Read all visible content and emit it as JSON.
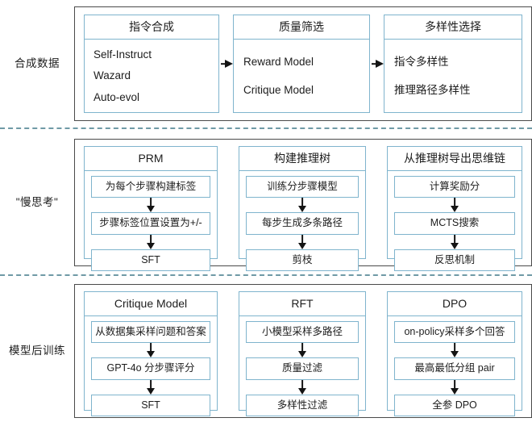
{
  "colors": {
    "panel_border": "#7fb4cd",
    "frame_border": "#4a4a4a",
    "arrow": "#141414",
    "divider": "#6f9aa6",
    "text": "#1d1d1d",
    "background": "#ffffff"
  },
  "rows": [
    {
      "label": "合成数据",
      "columns": [
        {
          "title": "指令合成",
          "items": [
            "Self-Instruct",
            "Wazard",
            "Auto-evol"
          ]
        },
        {
          "title": "质量筛选",
          "items": [
            "Reward Model",
            "Critique Model"
          ]
        },
        {
          "title": "多样性选择",
          "items": [
            "指令多样性",
            "推理路径多样性"
          ]
        }
      ],
      "connectors": [
        "arrow-right",
        "arrow-right"
      ]
    },
    {
      "label": "\"慢思考\"",
      "columns": [
        {
          "title": "PRM",
          "items": [
            "为每个步骤构建标签",
            "步骤标签位置设置为+/-",
            "SFT"
          ]
        },
        {
          "title": "构建推理树",
          "items": [
            "训练分步骤模型",
            "每步生成多条路径",
            "剪枝"
          ]
        },
        {
          "title": "从推理树导出思维链",
          "items": [
            "计算奖励分",
            "MCTS搜索",
            "反思机制"
          ]
        }
      ],
      "connectors": [
        "arrow-down",
        "arrow-down"
      ]
    },
    {
      "label": "模型后训练",
      "columns": [
        {
          "title": "Critique Model",
          "items": [
            "从数据集采样问题和答案",
            "GPT-4o 分步骤评分",
            "SFT"
          ]
        },
        {
          "title": "RFT",
          "items": [
            "小模型采样多路径",
            "质量过滤",
            "多样性过滤"
          ]
        },
        {
          "title": "DPO",
          "items": [
            "on-policy采样多个回答",
            "最高最低分组 pair",
            "全参 DPO"
          ]
        }
      ],
      "connectors": [
        "arrow-down",
        "arrow-down"
      ]
    }
  ]
}
